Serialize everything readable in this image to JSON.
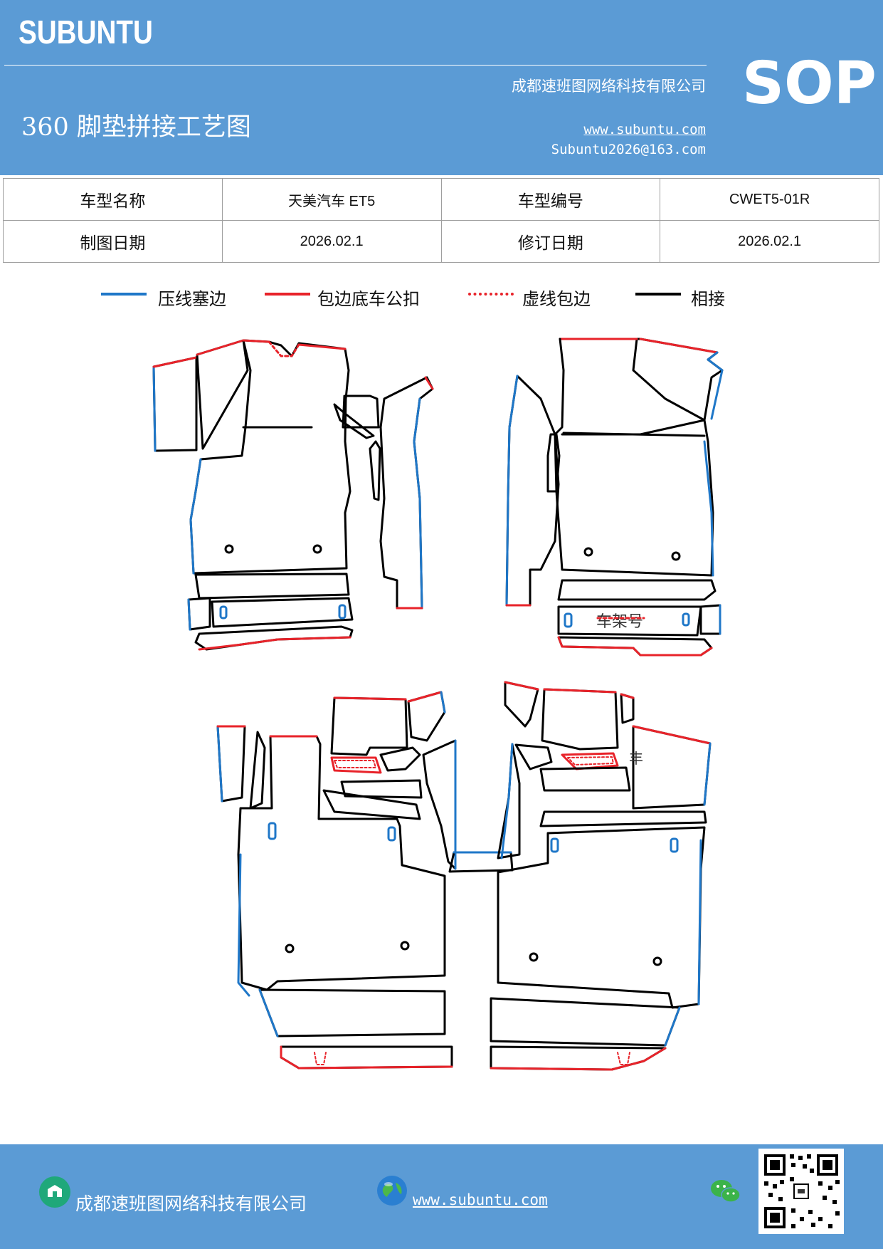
{
  "header": {
    "brand": "SUBUNTU",
    "badge": "SOP",
    "company": "成都速班图网络科技有限公司",
    "title": "360 脚垫拼接工艺图",
    "website": "www.subuntu.com",
    "email": "Subuntu2026@163.com",
    "background": "#5b9bd5"
  },
  "info_table": {
    "rows": [
      [
        "车型名称",
        "天美汽车 ET5",
        "车型编号",
        "CWET5-01R"
      ],
      [
        "制图日期",
        "2026.02.1",
        "修订日期",
        "2026.02.1"
      ]
    ]
  },
  "legend": [
    {
      "label": "压线塞边",
      "color": "#1f77c8",
      "style": "solid"
    },
    {
      "label": "包边底车公扣",
      "color": "#e8232a",
      "style": "solid"
    },
    {
      "label": "虚线包边",
      "color": "#e8232a",
      "style": "dotted"
    },
    {
      "label": "相接",
      "color": "#000000",
      "style": "solid"
    }
  ],
  "drawing": {
    "labels": {
      "frame_number": "车架号"
    }
  },
  "footer": {
    "company": "成都速班图网络科技有限公司",
    "website": "www.subuntu.com",
    "icons": [
      "company-icon",
      "globe-icon",
      "wechat-icon",
      "qr-code"
    ]
  }
}
